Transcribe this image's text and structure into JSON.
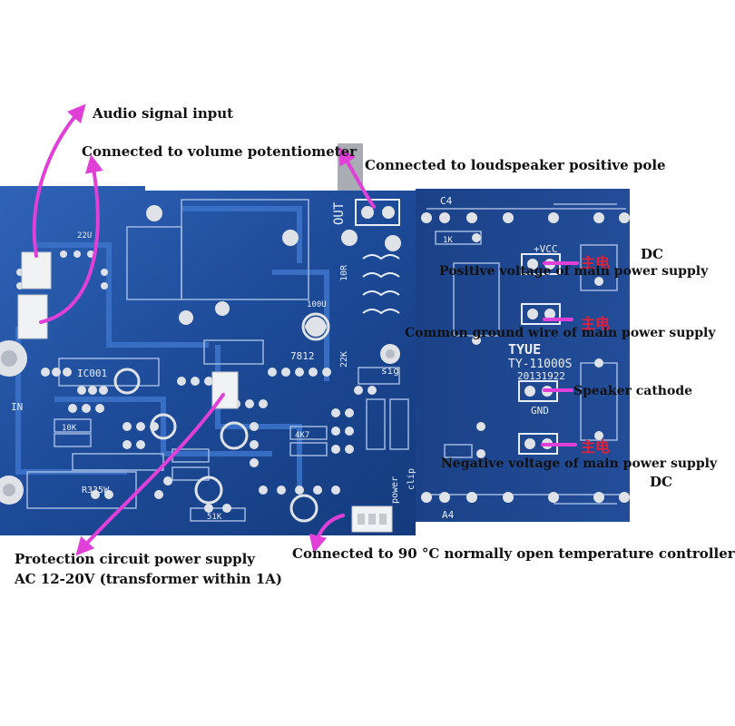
{
  "annotations": {
    "audio_input": "Audio signal input",
    "volume_pot": "Connected to volume potentiometer",
    "speaker_pos": "Connected to loudspeaker positive pole",
    "dc_top": "DC",
    "pos_voltage": "Positive voltage of main power supply",
    "common_ground": "Common ground wire of main power supply",
    "speaker_cathode": "Speaker cathode",
    "neg_voltage": "Negative voltage of main power supply",
    "dc_bottom": "DC",
    "protection_line1": "Protection circuit power supply",
    "protection_line2": "AC 12-20V (transformer within 1A)",
    "temp_controller": "Connected to 90 °C normally open temperature controller"
  },
  "board": {
    "model_brand": "TYUE",
    "model_name": "TY-11000S",
    "model_date": "20131922",
    "label_out": "OUT",
    "label_c4": "C4",
    "label_a4": "A4",
    "label_vcc": "+VCC",
    "label_gnd": "GND",
    "label_sig": "sig",
    "label_7812": "7812",
    "label_clip": "clip",
    "label_power": "power",
    "label_in": "IN",
    "label_ic001": "IC001",
    "label_r335w": "R335W",
    "label_10r": "10R",
    "label_1k": "1K",
    "label_100u": "100U",
    "label_22u": "22U",
    "label_22k": "22K",
    "label_4k7": "4K7",
    "label_51k": "51K",
    "label_10k": "10K",
    "label_zhu_dian": "主电"
  },
  "colors": {
    "board_blue": "#1f4f9e",
    "arrow_magenta": "#e040d8",
    "silk_white": "#e8eef8",
    "pad_silver": "#c9cdd3"
  }
}
